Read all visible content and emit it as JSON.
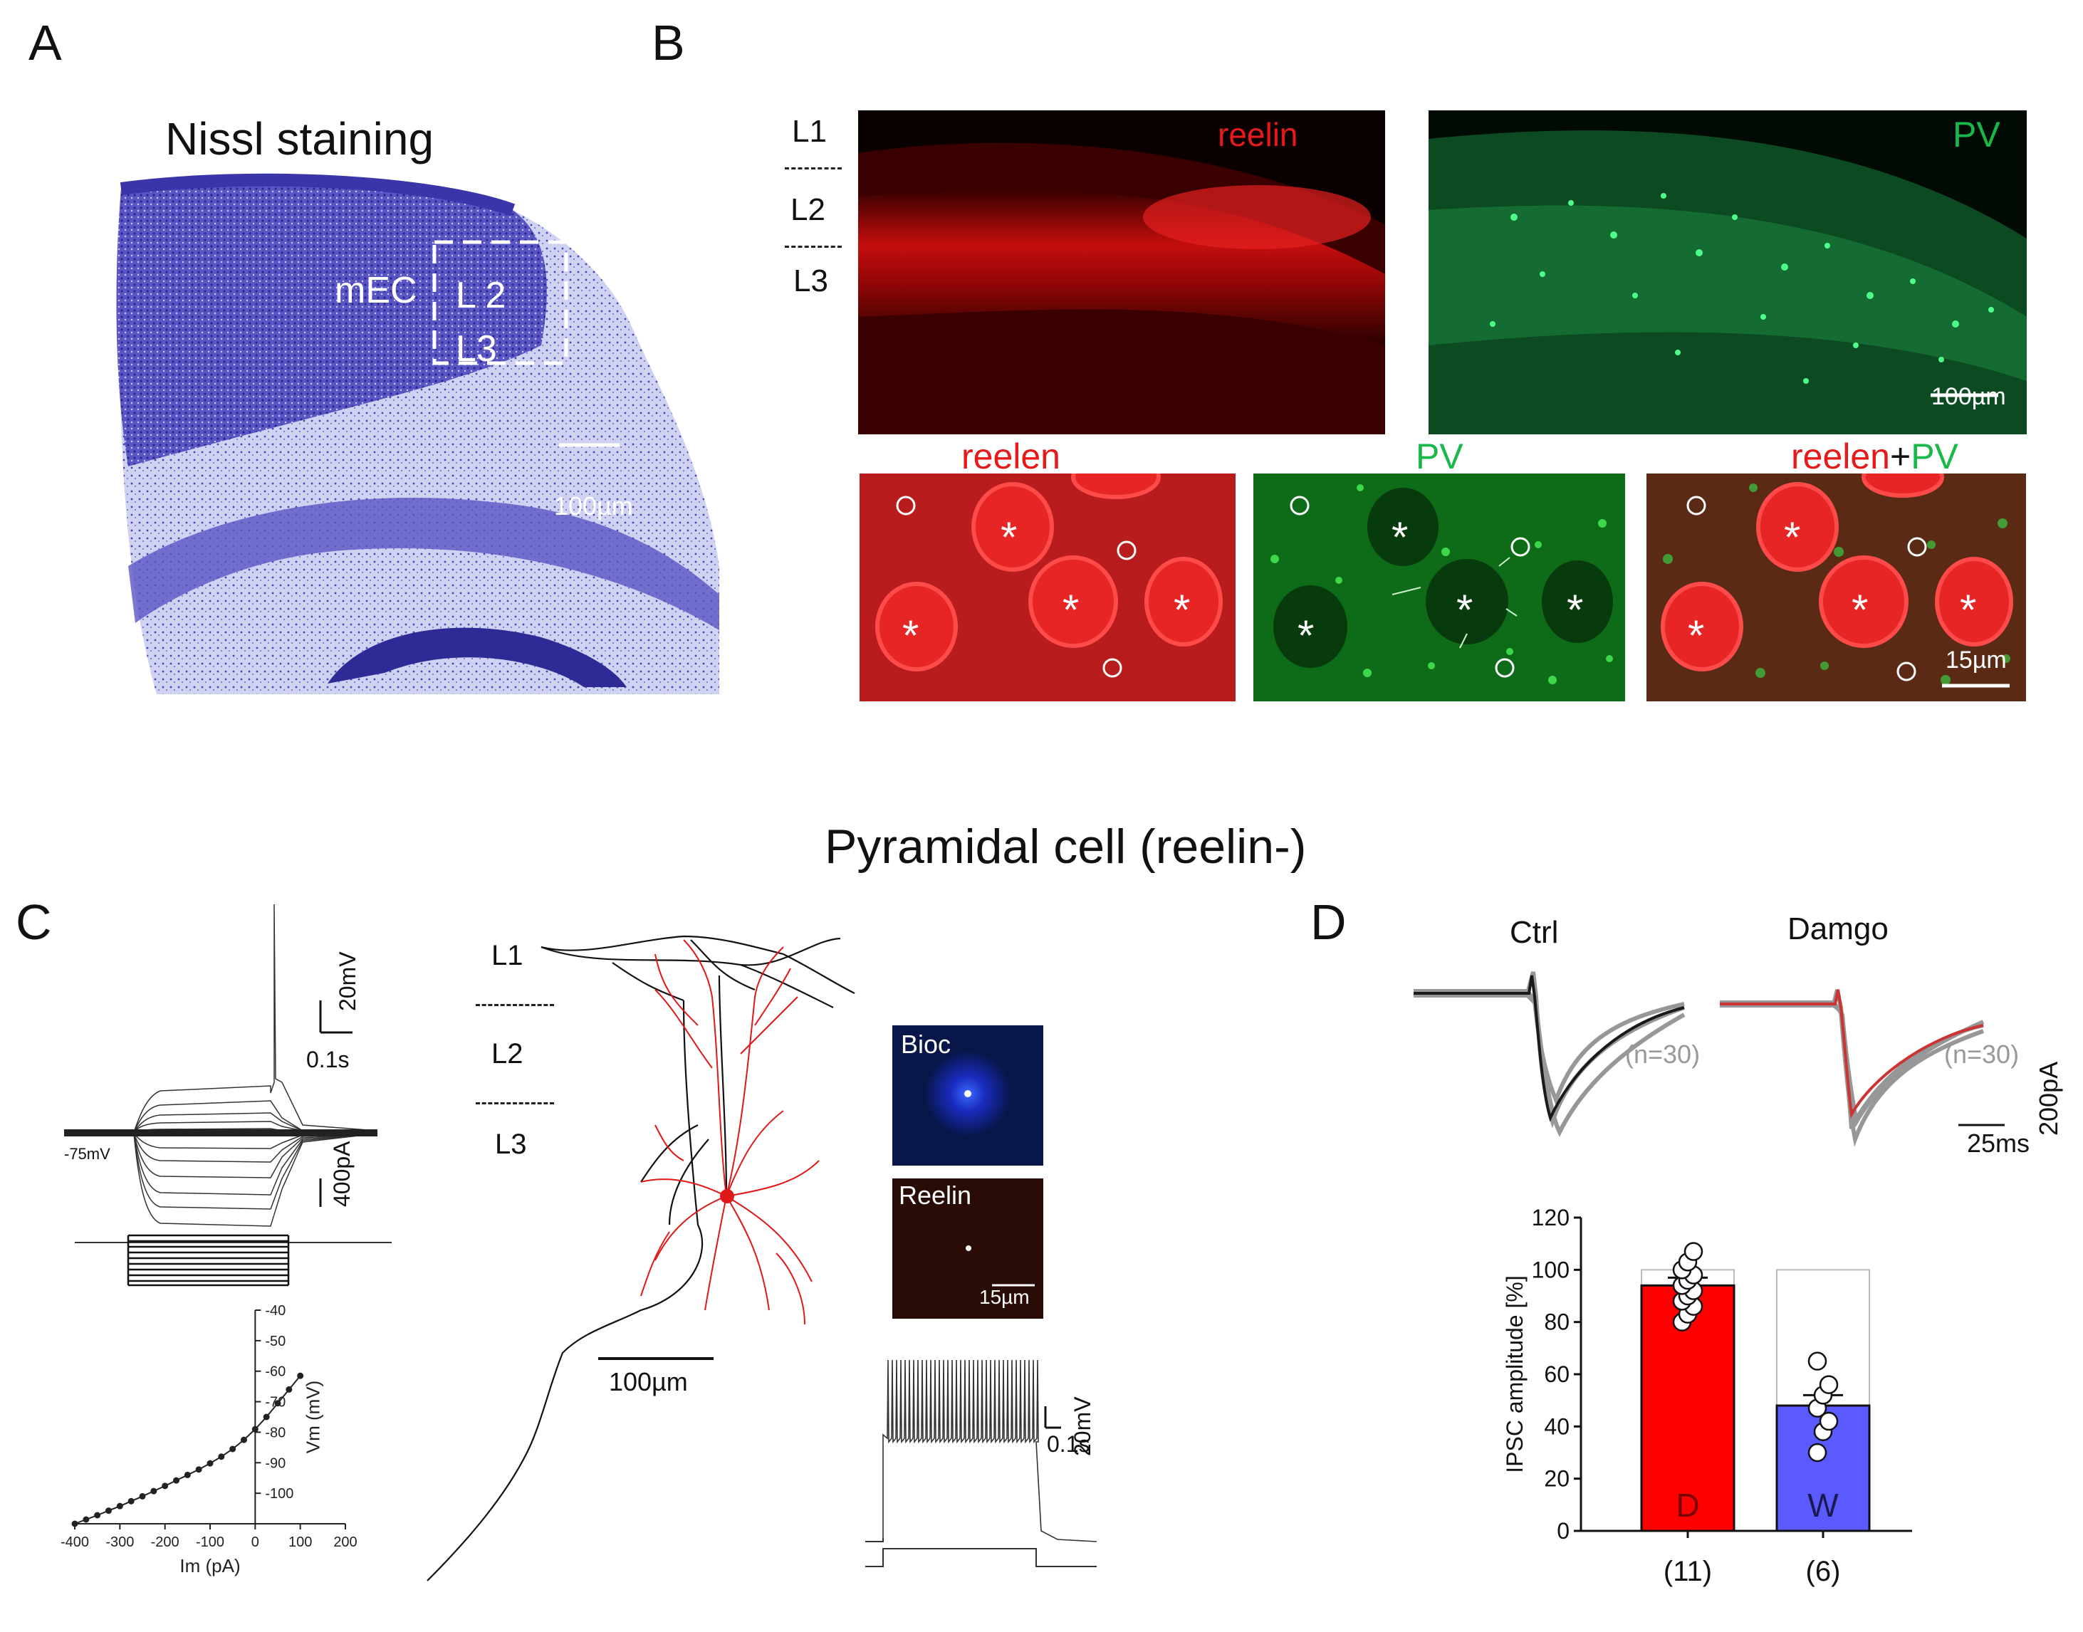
{
  "panels": {
    "A": {
      "letter": "A",
      "title": "Nissl staining",
      "region": "mEC",
      "l2": "L 2",
      "l3": "L3",
      "scale": "100µm"
    },
    "B": {
      "letter": "B",
      "layers": [
        "L1",
        "L2",
        "L3"
      ],
      "top_left_label": "reelin",
      "top_right_label": "PV",
      "top_scale": "100µm",
      "bottom_labels": {
        "left": "reelen",
        "mid": "PV",
        "right_a": "reelen",
        "right_plus": "+",
        "right_b": "PV"
      },
      "bottom_scale": "15µm",
      "asterisk": "*",
      "colors": {
        "red": "#e61a1a",
        "green": "#19b84a"
      }
    },
    "C": {
      "letter": "C",
      "section_title": "Pyramidal cell (reelin-)",
      "scale_mv": "20mV",
      "scale_s": "0.1s",
      "rest": "-75mV",
      "scale_pa": "400pA",
      "layers": [
        "L1",
        "L2",
        "L3"
      ],
      "morph_scale": "100µm",
      "inset_top": "Bioc",
      "inset_bottom": "Reelin",
      "inset_scale": "15µm",
      "firing_scale_mv": "20mV",
      "firing_scale_s": "0.1s",
      "iv": {
        "xlabel": "Im (pA)",
        "ylabel": "Vm (mV)",
        "xticks": [
          "-400",
          "-300",
          "-200",
          "-100",
          "0",
          "100",
          "200"
        ],
        "yticks": [
          "-40",
          "-50",
          "-60",
          "-70",
          "-80",
          "-90",
          "-100"
        ],
        "points": [
          [
            -400,
            -110
          ],
          [
            -375,
            -108.6
          ],
          [
            -350,
            -107.2
          ],
          [
            -325,
            -105.7
          ],
          [
            -300,
            -104.2
          ],
          [
            -275,
            -102.6
          ],
          [
            -250,
            -101
          ],
          [
            -225,
            -99.3
          ],
          [
            -200,
            -97.6
          ],
          [
            -175,
            -95.8
          ],
          [
            -150,
            -94
          ],
          [
            -125,
            -92.2
          ],
          [
            -100,
            -90.2
          ],
          [
            -75,
            -88
          ],
          [
            -50,
            -85.5
          ],
          [
            -25,
            -82.5
          ],
          [
            0,
            -79
          ],
          [
            25,
            -75
          ],
          [
            50,
            -70.5
          ],
          [
            75,
            -66
          ],
          [
            100,
            -61.5
          ]
        ]
      }
    },
    "D": {
      "letter": "D",
      "trace_left": "Ctrl",
      "trace_right": "Damgo",
      "n_label": "(n=30)",
      "scale_pa": "200pA",
      "scale_ms": "25ms",
      "colors": {
        "ctrl_mean": "#1a1a1a",
        "damgo_mean": "#cc3333",
        "traces": "#8c8c8c"
      }
    }
  },
  "chart_data": {
    "type": "bar",
    "ylabel": "IPSC amplitude [%]",
    "ylim": [
      0,
      120
    ],
    "yticks": [
      "0",
      "20",
      "40",
      "60",
      "80",
      "100",
      "120"
    ],
    "categories": [
      "D",
      "W"
    ],
    "counts": [
      "(11)",
      "(6)"
    ],
    "values": [
      94,
      48
    ],
    "errors": [
      3,
      4
    ],
    "colors": [
      "#ff0000",
      "#5a5aff"
    ],
    "points": [
      [
        80,
        83,
        86,
        88,
        90,
        92,
        94,
        96,
        98,
        100,
        103,
        107
      ],
      [
        30,
        38,
        42,
        47,
        52,
        56,
        65
      ]
    ]
  }
}
